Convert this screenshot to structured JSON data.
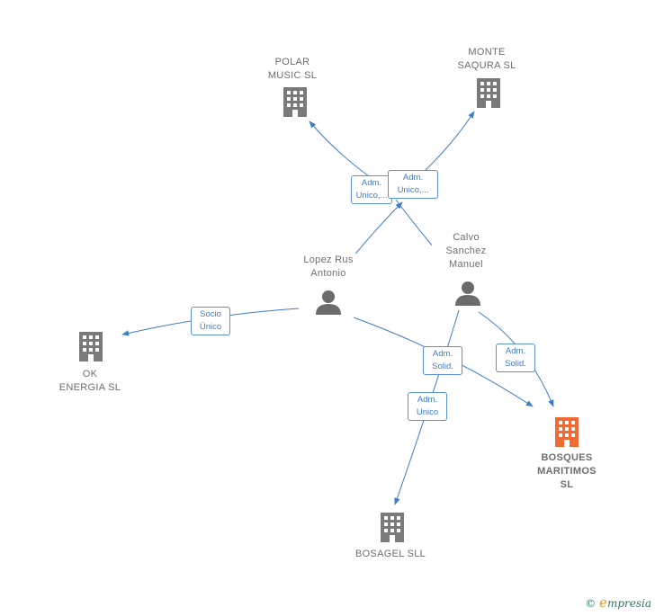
{
  "nodes": {
    "polar": {
      "label": "POLAR\nMUSIC SL",
      "type": "company"
    },
    "monte": {
      "label": "MONTE\nSAQURA  SL",
      "type": "company"
    },
    "ok": {
      "label": "OK\nENERGIA  SL",
      "type": "company"
    },
    "bosques": {
      "label": "BOSQUES\nMARITIMOS\nSL",
      "type": "company-highlight"
    },
    "bosagel": {
      "label": "BOSAGEL SLL",
      "type": "company"
    },
    "lopez": {
      "label": "Lopez Rus\nAntonio",
      "type": "person"
    },
    "calvo": {
      "label": "Calvo\nSanchez\nManuel",
      "type": "person"
    }
  },
  "edges": {
    "lopez_polar": "Adm.\nUnico,...",
    "lopez_monte": "Adm.\nUnico,...",
    "lopez_ok": "Socio\nÚnico",
    "lopez_bosques": "Adm.\nSolid.",
    "calvo_bosques": "Adm.\nSolid.",
    "calvo_bosagel": "Adm.\nUnico"
  },
  "colors": {
    "edge": "#3e7cc9",
    "company_icon": "#7a7a7a",
    "highlight_icon": "#f06a36",
    "person_icon": "#6b6b6b"
  },
  "footer": {
    "copyright": "©",
    "brand_initial": "e",
    "brand_rest": "mpresia"
  }
}
